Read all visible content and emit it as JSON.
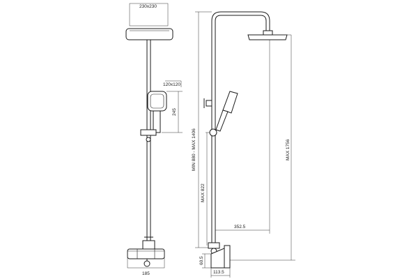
{
  "front_view": {
    "head_size": "230x230",
    "hand_shower_size": "120x120",
    "hand_shower_height": "245",
    "base_width": "185"
  },
  "side_view": {
    "height_range": "MIN 880 - MAX 1406",
    "head_height": "MAX 1756",
    "slider_height": "MAX 822",
    "arm_reach": "352.5",
    "valve_height": "60.5",
    "valve_depth": "113.5"
  }
}
